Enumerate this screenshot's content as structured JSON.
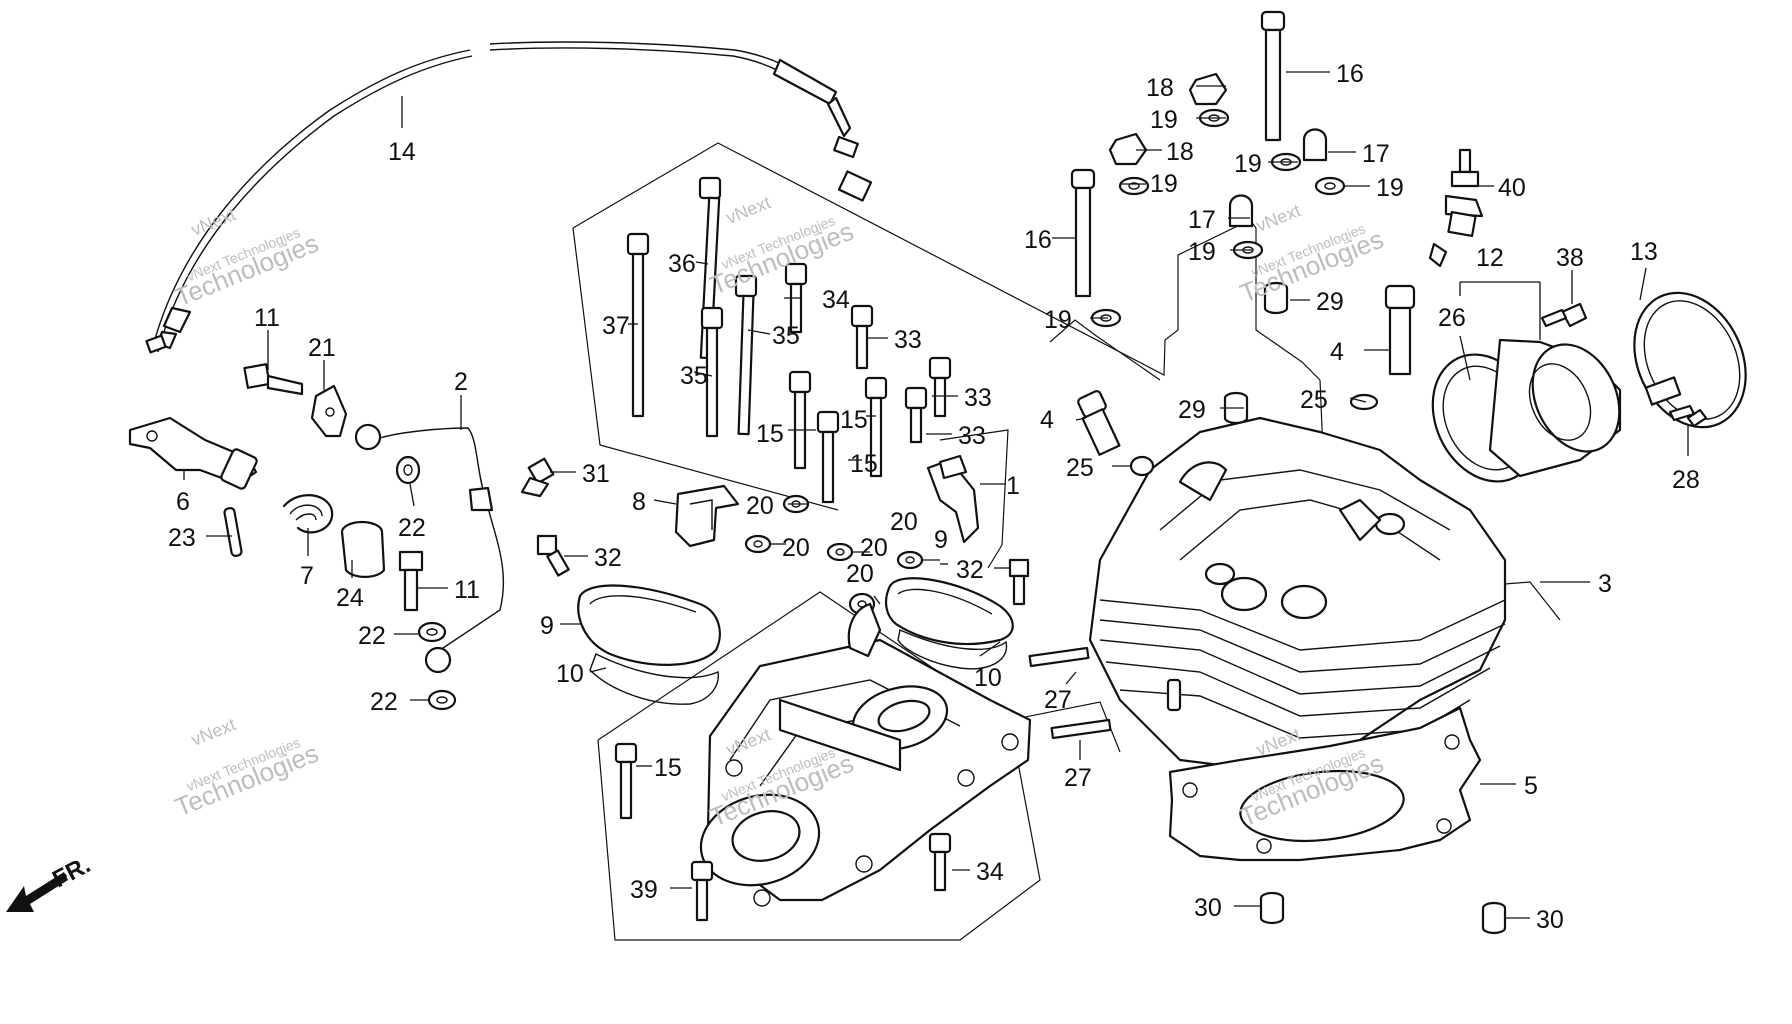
{
  "watermark": {
    "line1": "vNext",
    "line2": "vNext Technologies",
    "line3": "Technologies"
  },
  "direction_label": "FR.",
  "callouts": [
    {
      "id": "c14",
      "text": "14"
    },
    {
      "id": "c11a",
      "text": "11"
    },
    {
      "id": "c21",
      "text": "21"
    },
    {
      "id": "c2",
      "text": "2"
    },
    {
      "id": "c6",
      "text": "6"
    },
    {
      "id": "c23",
      "text": "23"
    },
    {
      "id": "c7",
      "text": "7"
    },
    {
      "id": "c24",
      "text": "24"
    },
    {
      "id": "c22a",
      "text": "22"
    },
    {
      "id": "c11b",
      "text": "11"
    },
    {
      "id": "c22b",
      "text": "22"
    },
    {
      "id": "c22c",
      "text": "22"
    },
    {
      "id": "c31",
      "text": "31"
    },
    {
      "id": "c32a",
      "text": "32"
    },
    {
      "id": "c8",
      "text": "8"
    },
    {
      "id": "c9a",
      "text": "9"
    },
    {
      "id": "c10a",
      "text": "10"
    },
    {
      "id": "c36",
      "text": "36"
    },
    {
      "id": "c37",
      "text": "37"
    },
    {
      "id": "c35a",
      "text": "35"
    },
    {
      "id": "c35b",
      "text": "35"
    },
    {
      "id": "c34a",
      "text": "34"
    },
    {
      "id": "c33a",
      "text": "33"
    },
    {
      "id": "c33b",
      "text": "33"
    },
    {
      "id": "c33c",
      "text": "33"
    },
    {
      "id": "c15a",
      "text": "15"
    },
    {
      "id": "c15b",
      "text": "15"
    },
    {
      "id": "c15c",
      "text": "15"
    },
    {
      "id": "c1",
      "text": "1"
    },
    {
      "id": "c20a",
      "text": "20"
    },
    {
      "id": "c20b",
      "text": "20"
    },
    {
      "id": "c20c",
      "text": "20"
    },
    {
      "id": "c20d",
      "text": "20"
    },
    {
      "id": "c20e",
      "text": "20"
    },
    {
      "id": "c9b",
      "text": "9"
    },
    {
      "id": "c32b",
      "text": "32"
    },
    {
      "id": "c10b",
      "text": "10"
    },
    {
      "id": "c15d",
      "text": "15"
    },
    {
      "id": "c39",
      "text": "39"
    },
    {
      "id": "c34b",
      "text": "34"
    },
    {
      "id": "c27a",
      "text": "27"
    },
    {
      "id": "c27b",
      "text": "27"
    },
    {
      "id": "c16a",
      "text": "16"
    },
    {
      "id": "c16b",
      "text": "16"
    },
    {
      "id": "c18a",
      "text": "18"
    },
    {
      "id": "c18b",
      "text": "18"
    },
    {
      "id": "c19a",
      "text": "19"
    },
    {
      "id": "c19b",
      "text": "19"
    },
    {
      "id": "c19c",
      "text": "19"
    },
    {
      "id": "c19d",
      "text": "19"
    },
    {
      "id": "c19e",
      "text": "19"
    },
    {
      "id": "c19f",
      "text": "19"
    },
    {
      "id": "c17a",
      "text": "17"
    },
    {
      "id": "c17b",
      "text": "17"
    },
    {
      "id": "c29a",
      "text": "29"
    },
    {
      "id": "c29b",
      "text": "29"
    },
    {
      "id": "c4a",
      "text": "4"
    },
    {
      "id": "c4b",
      "text": "4"
    },
    {
      "id": "c25a",
      "text": "25"
    },
    {
      "id": "c25b",
      "text": "25"
    },
    {
      "id": "c40",
      "text": "40"
    },
    {
      "id": "c12",
      "text": "12"
    },
    {
      "id": "c26",
      "text": "26"
    },
    {
      "id": "c38",
      "text": "38"
    },
    {
      "id": "c13",
      "text": "13"
    },
    {
      "id": "c28",
      "text": "28"
    },
    {
      "id": "c3",
      "text": "3"
    },
    {
      "id": "c5",
      "text": "5"
    },
    {
      "id": "c30a",
      "text": "30"
    },
    {
      "id": "c30b",
      "text": "30"
    }
  ]
}
